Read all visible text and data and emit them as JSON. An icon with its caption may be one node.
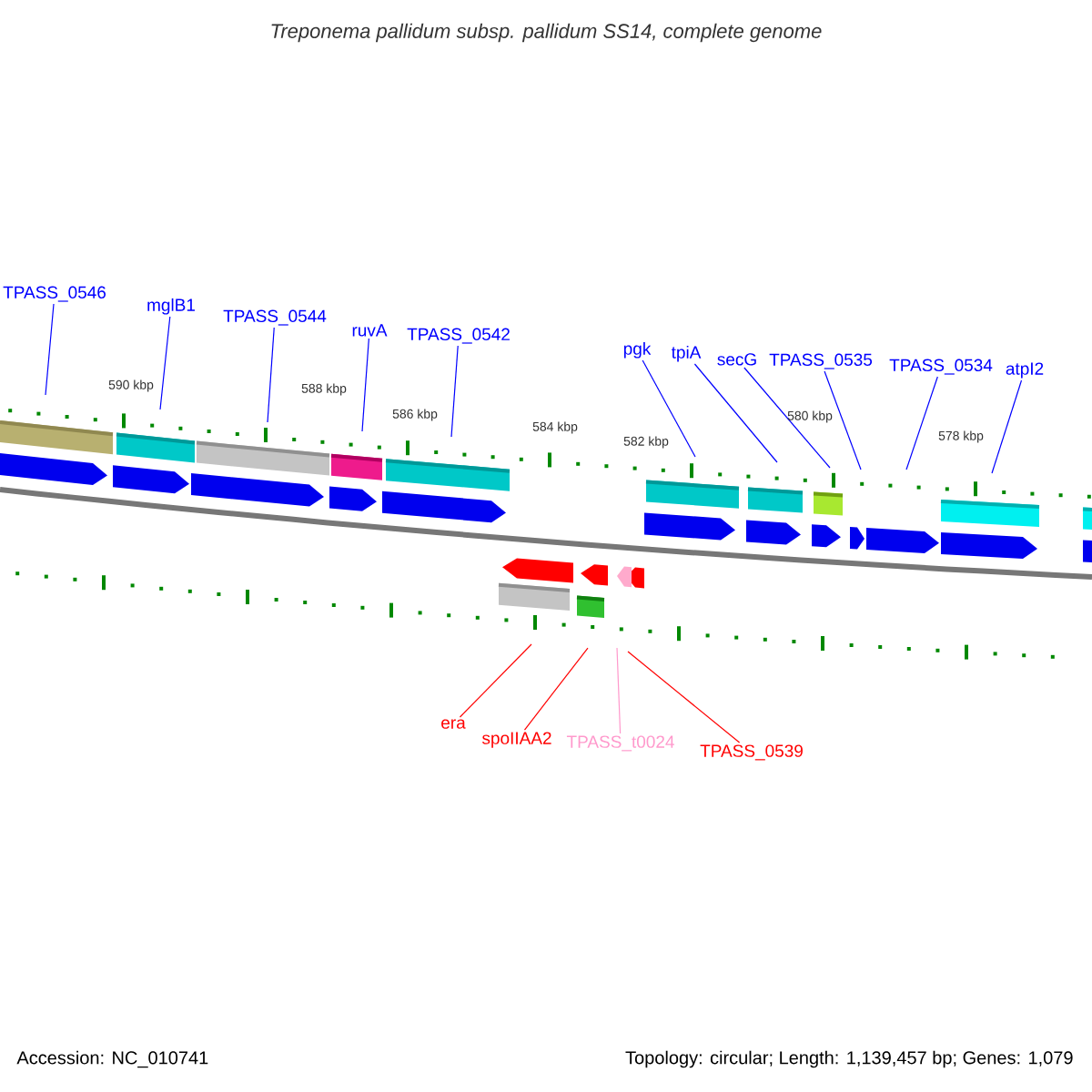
{
  "diagram": {
    "title": "Treponema pallidum subsp. pallidum SS14, complete genome",
    "nodes": [
      {
        "text": [
          "TPASS_0546"
        ]
      },
      {
        "text": [
          "mglB1"
        ]
      },
      {
        "text": [
          "TPASS_0544"
        ]
      },
      {
        "text": [
          "ruvA"
        ]
      },
      {
        "text": [
          "TPASS_0542"
        ]
      },
      {
        "text": [
          "pgk"
        ]
      },
      {
        "text": [
          "tpiA"
        ]
      },
      {
        "text": [
          "secG"
        ]
      },
      {
        "text": [
          "TPASS_0535"
        ]
      },
      {
        "text": [
          "TPASS_0534"
        ]
      },
      {
        "text": [
          "atpI2"
        ]
      },
      {
        "text": [
          "era"
        ]
      },
      {
        "text": [
          "spoIIAA2"
        ]
      },
      {
        "text": [
          "TPASS_t0024"
        ]
      },
      {
        "text": [
          "TPASS_0539"
        ]
      }
    ],
    "edges": [
      {
        "from": 0,
        "to": null,
        "arrow": "none"
      },
      {
        "from": 1,
        "to": null,
        "arrow": "none"
      },
      {
        "from": 2,
        "to": null,
        "arrow": "none"
      },
      {
        "from": 3,
        "to": null,
        "arrow": "none"
      },
      {
        "from": 4,
        "to": null,
        "arrow": "none"
      },
      {
        "from": 5,
        "to": null,
        "arrow": "none"
      },
      {
        "from": 6,
        "to": null,
        "arrow": "none"
      },
      {
        "from": 7,
        "to": null,
        "arrow": "none"
      },
      {
        "from": 8,
        "to": null,
        "arrow": "none"
      },
      {
        "from": 9,
        "to": null,
        "arrow": "none"
      },
      {
        "from": 10,
        "to": null,
        "arrow": "none"
      },
      {
        "from": 11,
        "to": null,
        "arrow": "none",
        "color": "#ff0000"
      },
      {
        "from": 12,
        "to": null,
        "arrow": "none",
        "color": "#ff0000"
      },
      {
        "from": 13,
        "to": null,
        "arrow": "none",
        "color": "#ff99cc"
      },
      {
        "from": 14,
        "to": null,
        "arrow": "none",
        "color": "#ff0000"
      }
    ],
    "labels": [
      "590 kbp",
      "588 kbp",
      "586 kbp",
      "584 kbp",
      "582 kbp",
      "580 kbp",
      "578 kbp",
      "Accession: NC_010741",
      "Topology: circular; Length: 1,139,457 bp; Genes: 1,079"
    ]
  }
}
